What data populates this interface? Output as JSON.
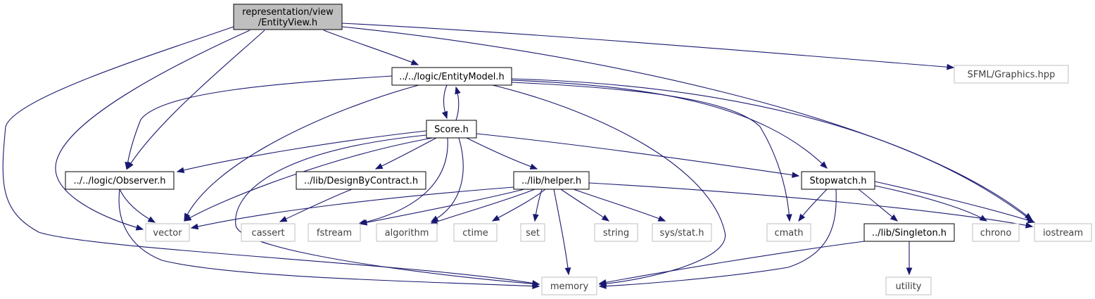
{
  "diagram": {
    "nodes": [
      {
        "id": "entityview",
        "lines": [
          "representation/view",
          "/EntityView.h"
        ],
        "style": "root"
      },
      {
        "id": "entitymodel",
        "lines": [
          "../../logic/EntityModel.h"
        ],
        "style": "internal"
      },
      {
        "id": "sfml",
        "lines": [
          "SFML/Graphics.hpp"
        ],
        "style": "external"
      },
      {
        "id": "score",
        "lines": [
          "Score.h"
        ],
        "style": "internal"
      },
      {
        "id": "observer",
        "lines": [
          "../../logic/Observer.h"
        ],
        "style": "internal"
      },
      {
        "id": "designbycontract",
        "lines": [
          "../lib/DesignByContract.h"
        ],
        "style": "internal"
      },
      {
        "id": "helper",
        "lines": [
          "../lib/helper.h"
        ],
        "style": "internal"
      },
      {
        "id": "stopwatch",
        "lines": [
          "Stopwatch.h"
        ],
        "style": "internal"
      },
      {
        "id": "vector",
        "lines": [
          "vector"
        ],
        "style": "external"
      },
      {
        "id": "cassert",
        "lines": [
          "cassert"
        ],
        "style": "external"
      },
      {
        "id": "fstream",
        "lines": [
          "fstream"
        ],
        "style": "external"
      },
      {
        "id": "algorithm",
        "lines": [
          "algorithm"
        ],
        "style": "external"
      },
      {
        "id": "ctime",
        "lines": [
          "ctime"
        ],
        "style": "external"
      },
      {
        "id": "set",
        "lines": [
          "set"
        ],
        "style": "external"
      },
      {
        "id": "string",
        "lines": [
          "string"
        ],
        "style": "external"
      },
      {
        "id": "sysstat",
        "lines": [
          "sys/stat.h"
        ],
        "style": "external"
      },
      {
        "id": "cmath",
        "lines": [
          "cmath"
        ],
        "style": "external"
      },
      {
        "id": "singleton",
        "lines": [
          "../lib/Singleton.h"
        ],
        "style": "internal"
      },
      {
        "id": "chrono",
        "lines": [
          "chrono"
        ],
        "style": "external"
      },
      {
        "id": "iostream",
        "lines": [
          "iostream"
        ],
        "style": "external"
      },
      {
        "id": "memory",
        "lines": [
          "memory"
        ],
        "style": "external"
      },
      {
        "id": "utility",
        "lines": [
          "utility"
        ],
        "style": "external"
      }
    ],
    "edges": [
      [
        "entityview",
        "entitymodel"
      ],
      [
        "entityview",
        "sfml"
      ],
      [
        "entityview",
        "observer"
      ],
      [
        "entityview",
        "vector"
      ],
      [
        "entityview",
        "memory"
      ],
      [
        "entityview",
        "iostream"
      ],
      [
        "entitymodel",
        "score"
      ],
      [
        "entitymodel",
        "observer"
      ],
      [
        "entitymodel",
        "vector"
      ],
      [
        "entitymodel",
        "memory"
      ],
      [
        "entitymodel",
        "cmath"
      ],
      [
        "entitymodel",
        "stopwatch"
      ],
      [
        "entitymodel",
        "iostream"
      ],
      [
        "score",
        "entitymodel"
      ],
      [
        "score",
        "observer"
      ],
      [
        "score",
        "vector"
      ],
      [
        "score",
        "memory"
      ],
      [
        "score",
        "designbycontract"
      ],
      [
        "score",
        "helper"
      ],
      [
        "score",
        "fstream"
      ],
      [
        "score",
        "algorithm"
      ],
      [
        "score",
        "stopwatch"
      ],
      [
        "observer",
        "vector"
      ],
      [
        "observer",
        "memory"
      ],
      [
        "designbycontract",
        "cassert"
      ],
      [
        "helper",
        "vector"
      ],
      [
        "helper",
        "fstream"
      ],
      [
        "helper",
        "algorithm"
      ],
      [
        "helper",
        "ctime"
      ],
      [
        "helper",
        "set"
      ],
      [
        "helper",
        "memory"
      ],
      [
        "helper",
        "string"
      ],
      [
        "helper",
        "sysstat"
      ],
      [
        "helper",
        "iostream"
      ],
      [
        "stopwatch",
        "cmath"
      ],
      [
        "stopwatch",
        "memory"
      ],
      [
        "stopwatch",
        "singleton"
      ],
      [
        "stopwatch",
        "chrono"
      ],
      [
        "stopwatch",
        "iostream"
      ],
      [
        "singleton",
        "memory"
      ],
      [
        "singleton",
        "utility"
      ]
    ]
  },
  "colors": {
    "edge": "#191970",
    "root_fill": "#bfbfbf",
    "root_border": "#000000",
    "internal_border": "#000000",
    "external_border": "#bfbfbf",
    "external_text": "#404040",
    "text": "#000000"
  }
}
